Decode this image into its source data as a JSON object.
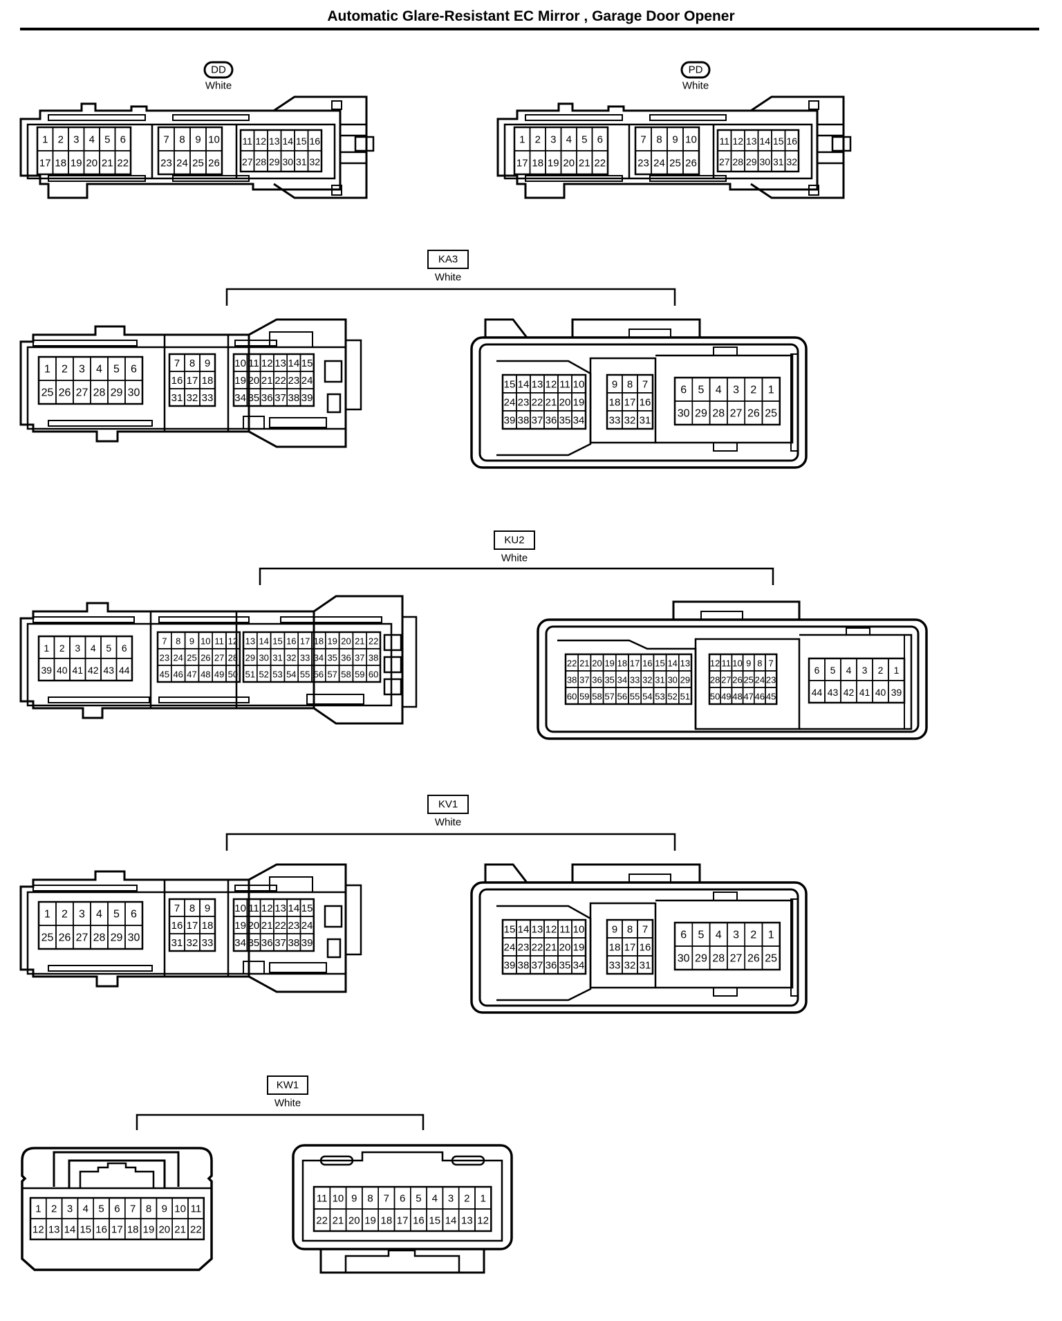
{
  "page": {
    "title": "Automatic Glare-Resistant EC Mirror , Garage Door Opener"
  },
  "connectors": [
    {
      "id": "DD",
      "label": "DD",
      "color": "White",
      "label_shape": "rounded",
      "views": [
        {
          "style": "standard",
          "blocks": [
            {
              "rows": [
                [
                  "1",
                  "2",
                  "3",
                  "4",
                  "5",
                  "6"
                ],
                [
                  "17",
                  "18",
                  "19",
                  "20",
                  "21",
                  "22"
                ]
              ]
            },
            {
              "rows": [
                [
                  "7",
                  "8",
                  "9",
                  "10"
                ],
                [
                  "23",
                  "24",
                  "25",
                  "26"
                ]
              ]
            },
            {
              "rows": [
                [
                  "11",
                  "12",
                  "13",
                  "14",
                  "15",
                  "16"
                ],
                [
                  "27",
                  "28",
                  "29",
                  "30",
                  "31",
                  "32"
                ]
              ]
            }
          ]
        }
      ]
    },
    {
      "id": "PD",
      "label": "PD",
      "color": "White",
      "label_shape": "rounded",
      "views": [
        {
          "style": "standard",
          "blocks": [
            {
              "rows": [
                [
                  "1",
                  "2",
                  "3",
                  "4",
                  "5",
                  "6"
                ],
                [
                  "17",
                  "18",
                  "19",
                  "20",
                  "21",
                  "22"
                ]
              ]
            },
            {
              "rows": [
                [
                  "7",
                  "8",
                  "9",
                  "10"
                ],
                [
                  "23",
                  "24",
                  "25",
                  "26"
                ]
              ]
            },
            {
              "rows": [
                [
                  "11",
                  "12",
                  "13",
                  "14",
                  "15",
                  "16"
                ],
                [
                  "27",
                  "28",
                  "29",
                  "30",
                  "31",
                  "32"
                ]
              ]
            }
          ]
        }
      ]
    },
    {
      "id": "KA3",
      "label": "KA3",
      "color": "White",
      "label_shape": "box",
      "views": [
        {
          "style": "standard",
          "blocks": [
            {
              "rows": [
                [
                  "1",
                  "2",
                  "3",
                  "4",
                  "5",
                  "6"
                ],
                [
                  "25",
                  "26",
                  "27",
                  "28",
                  "29",
                  "30"
                ]
              ]
            },
            {
              "rows": [
                [
                  "7",
                  "8",
                  "9"
                ],
                [
                  "16",
                  "17",
                  "18"
                ],
                [
                  "31",
                  "32",
                  "33"
                ]
              ]
            },
            {
              "rows": [
                [
                  "10",
                  "11",
                  "12",
                  "13",
                  "14",
                  "15"
                ],
                [
                  "19",
                  "20",
                  "21",
                  "22",
                  "23",
                  "24"
                ],
                [
                  "34",
                  "35",
                  "36",
                  "37",
                  "38",
                  "39"
                ]
              ]
            }
          ]
        },
        {
          "style": "housing",
          "blocks": [
            {
              "rows": [
                [
                  "15",
                  "14",
                  "13",
                  "12",
                  "11",
                  "10"
                ],
                [
                  "24",
                  "23",
                  "22",
                  "21",
                  "20",
                  "19"
                ],
                [
                  "39",
                  "38",
                  "37",
                  "36",
                  "35",
                  "34"
                ]
              ]
            },
            {
              "rows": [
                [
                  "9",
                  "8",
                  "7"
                ],
                [
                  "18",
                  "17",
                  "16"
                ],
                [
                  "33",
                  "32",
                  "31"
                ]
              ]
            },
            {
              "rows": [
                [
                  "6",
                  "5",
                  "4",
                  "3",
                  "2",
                  "1"
                ],
                [
                  "30",
                  "29",
                  "28",
                  "27",
                  "26",
                  "25"
                ]
              ]
            }
          ]
        }
      ]
    },
    {
      "id": "KU2",
      "label": "KU2",
      "color": "White",
      "label_shape": "box",
      "views": [
        {
          "style": "standard",
          "blocks": [
            {
              "rows": [
                [
                  "1",
                  "2",
                  "3",
                  "4",
                  "5",
                  "6"
                ],
                [
                  "39",
                  "40",
                  "41",
                  "42",
                  "43",
                  "44"
                ]
              ]
            },
            {
              "rows": [
                [
                  "7",
                  "8",
                  "9",
                  "10",
                  "11",
                  "12"
                ],
                [
                  "23",
                  "24",
                  "25",
                  "26",
                  "27",
                  "28"
                ],
                [
                  "45",
                  "46",
                  "47",
                  "48",
                  "49",
                  "50"
                ]
              ]
            },
            {
              "rows": [
                [
                  "13",
                  "14",
                  "15",
                  "16",
                  "17",
                  "18",
                  "19",
                  "20",
                  "21",
                  "22"
                ],
                [
                  "29",
                  "30",
                  "31",
                  "32",
                  "33",
                  "34",
                  "35",
                  "36",
                  "37",
                  "38"
                ],
                [
                  "51",
                  "52",
                  "53",
                  "54",
                  "55",
                  "56",
                  "57",
                  "58",
                  "59",
                  "60"
                ]
              ]
            }
          ]
        },
        {
          "style": "housing",
          "blocks": [
            {
              "rows": [
                [
                  "22",
                  "21",
                  "20",
                  "19",
                  "18",
                  "17",
                  "16",
                  "15",
                  "14",
                  "13"
                ],
                [
                  "38",
                  "37",
                  "36",
                  "35",
                  "34",
                  "33",
                  "32",
                  "31",
                  "30",
                  "29"
                ],
                [
                  "60",
                  "59",
                  "58",
                  "57",
                  "56",
                  "55",
                  "54",
                  "53",
                  "52",
                  "51"
                ]
              ]
            },
            {
              "rows": [
                [
                  "12",
                  "11",
                  "10",
                  "9",
                  "8",
                  "7"
                ],
                [
                  "28",
                  "27",
                  "26",
                  "25",
                  "24",
                  "23"
                ],
                [
                  "50",
                  "49",
                  "48",
                  "47",
                  "46",
                  "45"
                ]
              ]
            },
            {
              "rows": [
                [
                  "6",
                  "5",
                  "4",
                  "3",
                  "2",
                  "1"
                ],
                [
                  "44",
                  "43",
                  "42",
                  "41",
                  "40",
                  "39"
                ]
              ]
            }
          ]
        }
      ]
    },
    {
      "id": "KV1",
      "label": "KV1",
      "color": "White",
      "label_shape": "box",
      "views": [
        {
          "style": "standard",
          "blocks": [
            {
              "rows": [
                [
                  "1",
                  "2",
                  "3",
                  "4",
                  "5",
                  "6"
                ],
                [
                  "25",
                  "26",
                  "27",
                  "28",
                  "29",
                  "30"
                ]
              ]
            },
            {
              "rows": [
                [
                  "7",
                  "8",
                  "9"
                ],
                [
                  "16",
                  "17",
                  "18"
                ],
                [
                  "31",
                  "32",
                  "33"
                ]
              ]
            },
            {
              "rows": [
                [
                  "10",
                  "11",
                  "12",
                  "13",
                  "14",
                  "15"
                ],
                [
                  "19",
                  "20",
                  "21",
                  "22",
                  "23",
                  "24"
                ],
                [
                  "34",
                  "35",
                  "36",
                  "37",
                  "38",
                  "39"
                ]
              ]
            }
          ]
        },
        {
          "style": "housing",
          "blocks": [
            {
              "rows": [
                [
                  "15",
                  "14",
                  "13",
                  "12",
                  "11",
                  "10"
                ],
                [
                  "24",
                  "23",
                  "22",
                  "21",
                  "20",
                  "19"
                ],
                [
                  "39",
                  "38",
                  "37",
                  "36",
                  "35",
                  "34"
                ]
              ]
            },
            {
              "rows": [
                [
                  "9",
                  "8",
                  "7"
                ],
                [
                  "18",
                  "17",
                  "16"
                ],
                [
                  "33",
                  "32",
                  "31"
                ]
              ]
            },
            {
              "rows": [
                [
                  "6",
                  "5",
                  "4",
                  "3",
                  "2",
                  "1"
                ],
                [
                  "30",
                  "29",
                  "28",
                  "27",
                  "26",
                  "25"
                ]
              ]
            }
          ]
        }
      ]
    },
    {
      "id": "KW1",
      "label": "KW1",
      "color": "White",
      "label_shape": "box",
      "views": [
        {
          "style": "small-latch",
          "blocks": [
            {
              "rows": [
                [
                  "1",
                  "2",
                  "3",
                  "4",
                  "5",
                  "6",
                  "7",
                  "8",
                  "9",
                  "10",
                  "11"
                ],
                [
                  "12",
                  "13",
                  "14",
                  "15",
                  "16",
                  "17",
                  "18",
                  "19",
                  "20",
                  "21",
                  "22"
                ]
              ]
            }
          ]
        },
        {
          "style": "small-housing",
          "blocks": [
            {
              "rows": [
                [
                  "11",
                  "10",
                  "9",
                  "8",
                  "7",
                  "6",
                  "5",
                  "4",
                  "3",
                  "2",
                  "1"
                ],
                [
                  "22",
                  "21",
                  "20",
                  "19",
                  "18",
                  "17",
                  "16",
                  "15",
                  "14",
                  "13",
                  "12"
                ]
              ]
            }
          ]
        }
      ]
    }
  ]
}
